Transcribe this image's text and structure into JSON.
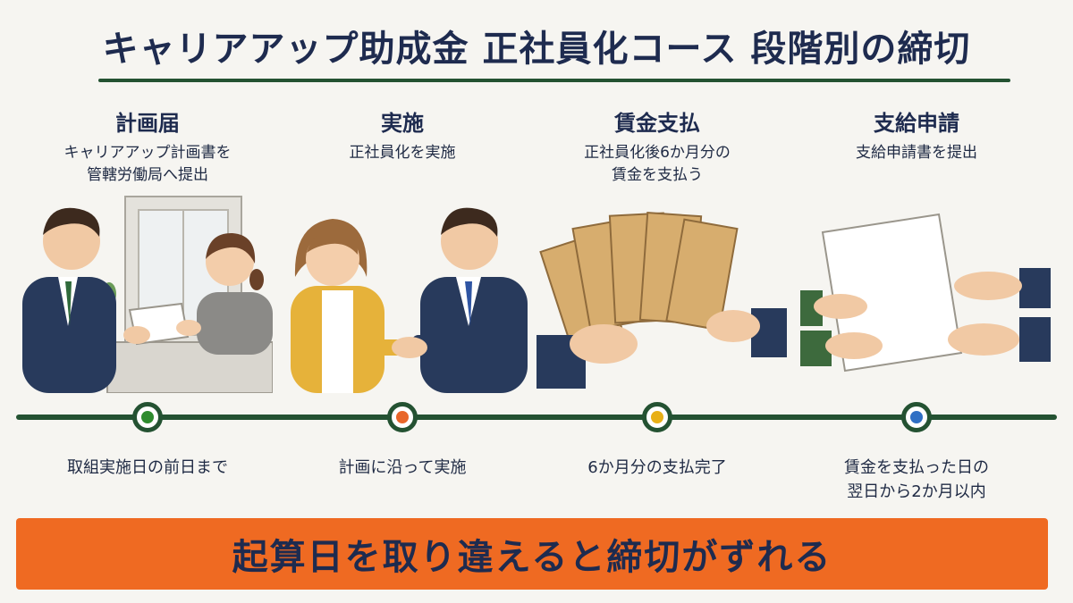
{
  "title": "キャリアアップ助成金 正社員化コース 段階別の締切",
  "steps": [
    {
      "title": "計画届",
      "desc": "キャリアアップ計画書を\n管轄労働局へ提出",
      "deadline": "取組実施日の前日まで",
      "dot_color": "#2e8b2e"
    },
    {
      "title": "実施",
      "desc": "正社員化を実施",
      "deadline": "計画に沿って実施",
      "dot_color": "#e8662a"
    },
    {
      "title": "賃金支払",
      "desc": "正社員化後6か月分の\n賃金を支払う",
      "deadline": "6か月分の支払完了",
      "dot_color": "#e8b017"
    },
    {
      "title": "支給申請",
      "desc": "支給申請書を提出",
      "deadline": "賃金を支払った日の\n翌日から2か月以内",
      "dot_color": "#2f6fc4"
    }
  ],
  "banner": "起算日を取り違えると締切がずれる",
  "colors": {
    "accent_green": "#245232",
    "banner_orange": "#ef6a22",
    "navy_text": "#1e2b4f"
  }
}
